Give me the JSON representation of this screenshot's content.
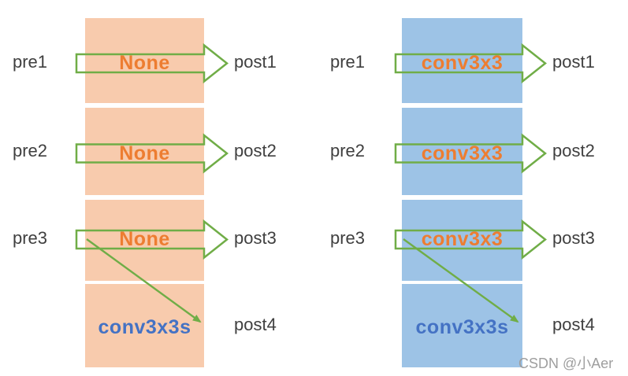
{
  "colors": {
    "left_block": "#F8CBAD",
    "right_block": "#9DC3E6",
    "arrow_green": "#70AD47",
    "op_text_orange": "#ED7D31",
    "skip_text_blue": "#4472C4",
    "label_gray": "#3F3F3F",
    "watermark_gray": "#9E9E9E"
  },
  "panels": [
    {
      "id": "identity-panel",
      "block_color": "#F8CBAD",
      "rows": [
        {
          "pre": "pre1",
          "op": "None",
          "post": "post1"
        },
        {
          "pre": "pre2",
          "op": "None",
          "post": "post2"
        },
        {
          "pre": "pre3",
          "op": "None",
          "post": "post3"
        }
      ],
      "skip_label": "conv3x3s",
      "skip_post": "post4"
    },
    {
      "id": "conv-panel",
      "block_color": "#9DC3E6",
      "rows": [
        {
          "pre": "pre1",
          "op": "conv3x3",
          "post": "post1"
        },
        {
          "pre": "pre2",
          "op": "conv3x3",
          "post": "post2"
        },
        {
          "pre": "pre3",
          "op": "conv3x3",
          "post": "post3"
        }
      ],
      "skip_label": "conv3x3s",
      "skip_post": "post4"
    }
  ],
  "watermark": "CSDN @小Aer"
}
